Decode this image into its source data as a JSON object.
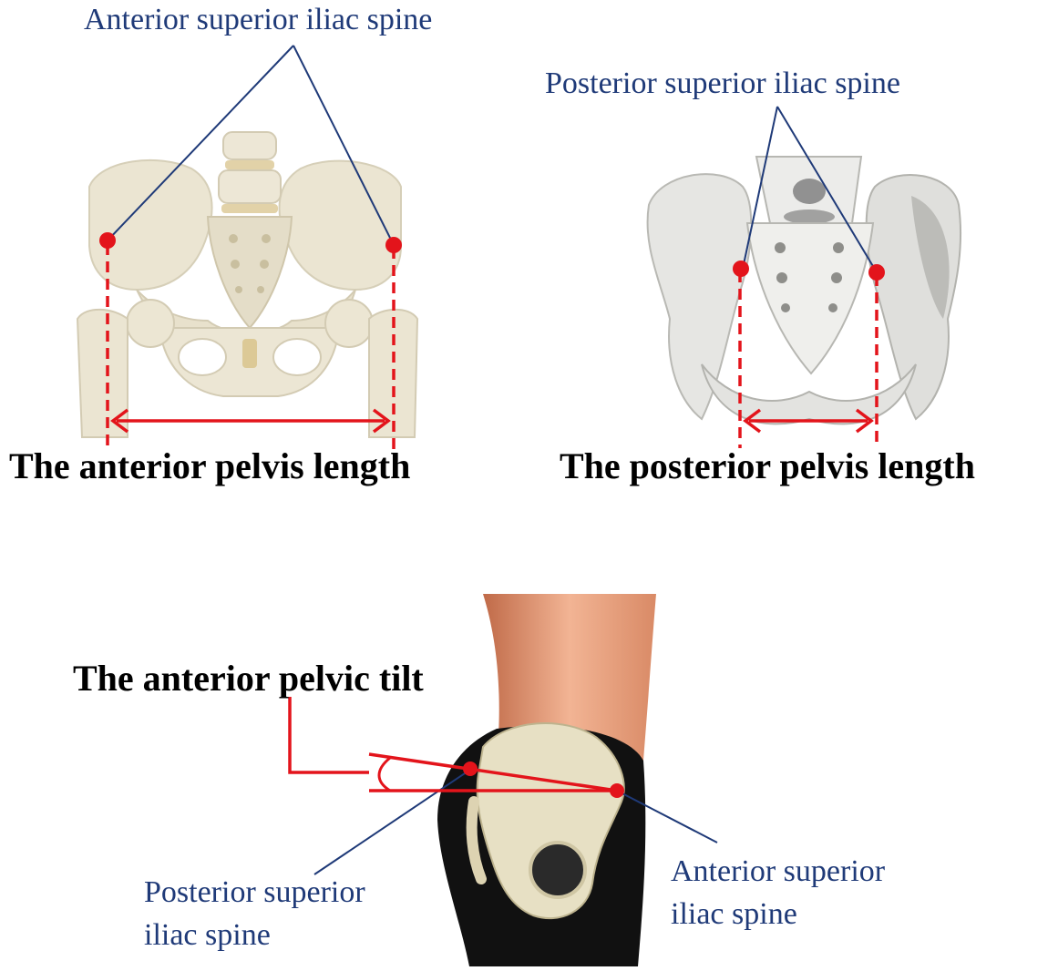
{
  "colors": {
    "leader": "#1f3a78",
    "marker": "#e3141b",
    "bone": "#e9e2cc",
    "bone_shadow": "#cfc6ab",
    "skin": "#e8a07e",
    "dark": "#121212"
  },
  "anterior_view": {
    "landmark_label": "Anterior superior iliac spine",
    "caption": "The anterior pelvis length"
  },
  "posterior_view": {
    "landmark_label": "Posterior superior iliac spine",
    "caption": "The posterior pelvis length"
  },
  "lateral_view": {
    "caption": "The anterior pelvic tilt",
    "psis_label_line1": "Posterior superior",
    "psis_label_line2": "iliac spine",
    "asis_label_line1": "Anterior superior",
    "asis_label_line2": "iliac spine"
  }
}
